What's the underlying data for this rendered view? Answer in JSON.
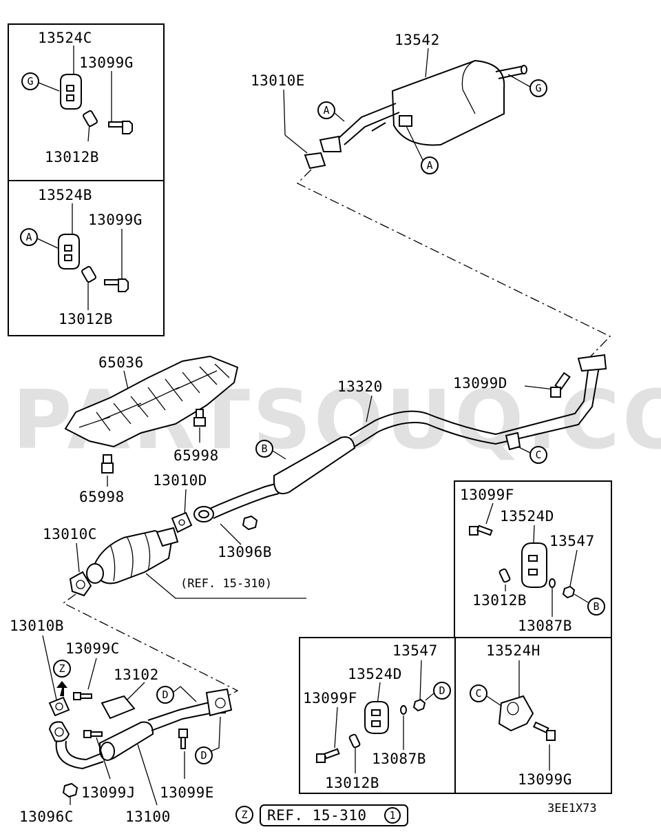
{
  "watermark": "PARTSOUQ.COM",
  "diagram_code": "3EE1X73",
  "reference_main": "(REF. 15-310)",
  "reference_bottom": {
    "zone": "Z",
    "text": "REF. 15-310",
    "circled": "1"
  },
  "part_numbers": {
    "hanger_g": "13524C",
    "bolt_g": "13099G",
    "pin_g": "13012B",
    "hanger_a": "13524B",
    "bolt_a": "13099G",
    "pin_a": "13012B",
    "muffler": "13542",
    "gasket_e": "13010E",
    "heat_shield": "65036",
    "stud_upper": "65998",
    "stud_lower": "65998",
    "center_pipe": "13320",
    "bolt_d": "13099D",
    "gasket_d": "13010D",
    "nut_b": "13096B",
    "gasket_c": "13010C",
    "gasket_b": "13010B",
    "bolt_c": "13099C",
    "bracket": "13102",
    "bolt_j": "13099J",
    "front_pipe": "13100",
    "bolt_e": "13099E",
    "nut_c": "13096C",
    "box_b_bolt": "13099F",
    "box_b_hanger": "13524D",
    "box_b_nut": "13547",
    "box_b_pin": "13012B",
    "box_b_washer": "13087B",
    "box_d_nut": "13547",
    "box_d_hanger": "13524D",
    "box_d_bolt": "13099F",
    "box_d_washer": "13087B",
    "box_d_pin": "13012B",
    "box_c_hanger": "13524H",
    "box_c_bolt": "13099G"
  },
  "callouts": {
    "g": "G",
    "a": "A",
    "b": "B",
    "c": "C",
    "d": "D",
    "z": "Z"
  },
  "colors": {
    "line": "#000000",
    "background": "#ffffff",
    "watermark": "#c8c8c8"
  }
}
